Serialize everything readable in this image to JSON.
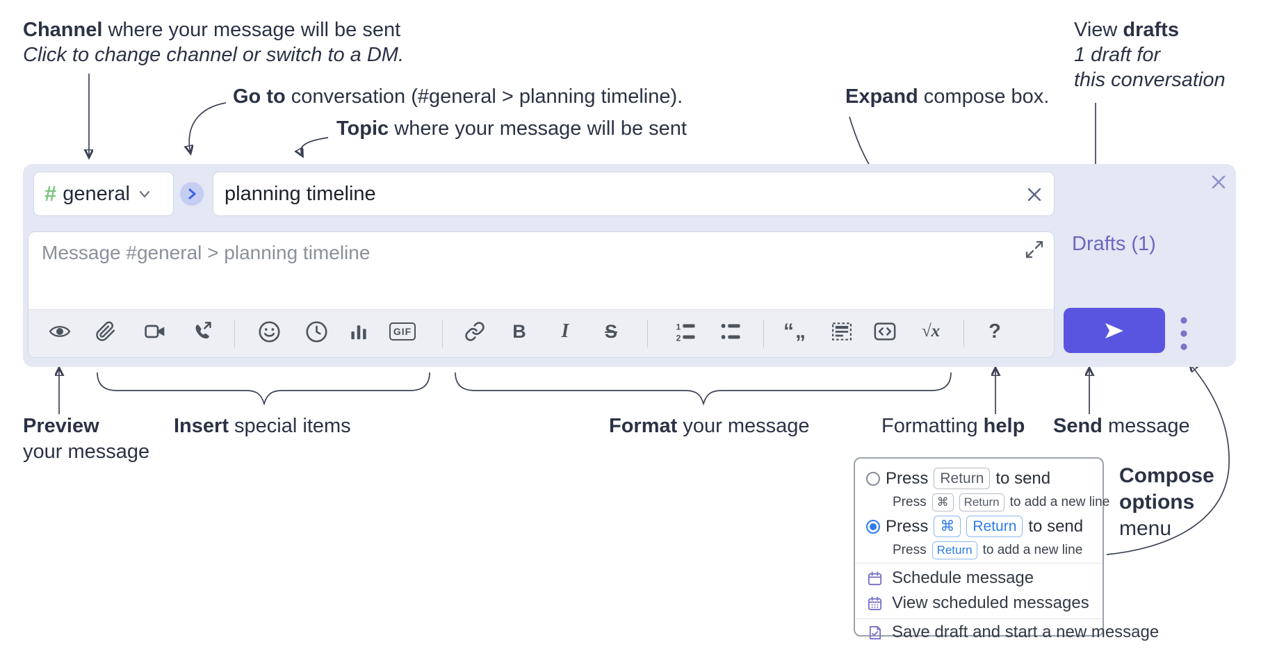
{
  "annotations": {
    "channel": {
      "bold": "Channel",
      "rest": " where your message will be sent",
      "sub": "Click to change channel or switch to a DM."
    },
    "goto": {
      "bold": "Go to",
      "rest": " conversation (#general > planning timeline)."
    },
    "topic": {
      "bold": "Topic",
      "rest": " where your message will be sent"
    },
    "expand": {
      "bold": "Expand",
      "rest": " compose box."
    },
    "view_drafts": {
      "pre": "View ",
      "bold": "drafts",
      "line2": "1 draft for",
      "line3": "this conversation"
    },
    "preview": {
      "bold": "Preview",
      "line2": "your message"
    },
    "insert": {
      "bold": "Insert",
      "rest": " special items"
    },
    "format": {
      "bold": "Format",
      "rest": " your message"
    },
    "formatting_help": {
      "pre": "Formatting ",
      "bold": "help"
    },
    "send": {
      "bold": "Send",
      "rest": " message"
    },
    "compose_options": {
      "line1": "Compose",
      "line2": "options",
      "line3": "menu"
    }
  },
  "compose": {
    "channel": {
      "hash": "#",
      "name": "general"
    },
    "topic": {
      "value": "planning timeline"
    },
    "message": {
      "placeholder": "Message #general > planning timeline"
    },
    "drafts_label": "Drafts (1)",
    "toolbar_icons": [
      "preview",
      "attach-file",
      "start-video-call",
      "start-voice-call",
      "emoji",
      "add-global-time",
      "add-poll",
      "add-gif",
      "link",
      "bold",
      "italic",
      "strikethrough",
      "numbered-list",
      "bulleted-list",
      "quote",
      "spoiler",
      "code",
      "math",
      "formatting-help"
    ],
    "bold_label": "B",
    "italic_label": "I",
    "strike_label": "S",
    "gif_label": "GIF",
    "quote_label": "“„",
    "ol_num1": "1",
    "ol_num2": "2",
    "math_label": "√x",
    "help_label": "?"
  },
  "popup": {
    "option1": {
      "selected": false,
      "pre": "Press",
      "key": "Return",
      "post": "to send",
      "sub_pre": "Press",
      "sub_key1": "⌘",
      "sub_key2": "Return",
      "sub_post": "to add a new line"
    },
    "option2": {
      "selected": true,
      "pre": "Press",
      "key1": "⌘",
      "key2": "Return",
      "post": "to send",
      "sub_pre": "Press",
      "sub_key": "Return",
      "sub_post": "to add a new line"
    },
    "items": [
      {
        "label": "Schedule message",
        "icon": "calendar-icon"
      },
      {
        "label": "View scheduled messages",
        "icon": "calendar-days-icon"
      },
      {
        "label": "Save draft and start a new message",
        "icon": "save-draft-icon"
      }
    ]
  },
  "colors": {
    "compose_bg": "#e4e7f4",
    "send_button": "#5a55e0",
    "drafts_link": "#6b69bf",
    "toolbar_icon": "#4d535d",
    "channel_hash_green": "#7bc47f",
    "goto_circle_bg": "#c6cdf2",
    "goto_chevron_blue": "#3b63e8",
    "radio_selected_blue": "#2d7ce8",
    "menu_icon_purple": "#7b74cb",
    "annotation_text": "#2b3245",
    "annotation_line": "#3c4254"
  }
}
